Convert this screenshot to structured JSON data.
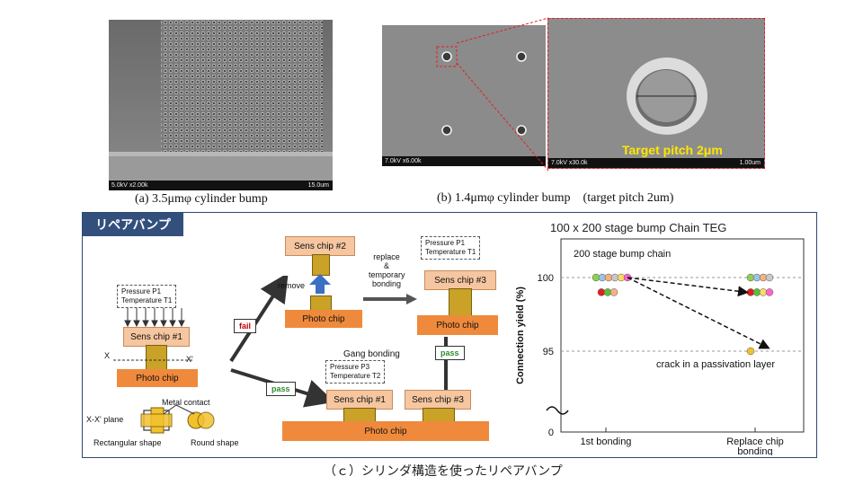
{
  "captions": {
    "a": "(a) 3.5μmφ cylinder bump",
    "b": "(b) 1.4μmφ cylinder bump　(target pitch 2um)",
    "c": "（ｃ）シリンダ構造を使ったリペアバンプ"
  },
  "sem": {
    "a_left": "5.0kV x2.00k",
    "a_right": "15.0um",
    "b_left": "7.0kV x6.00k",
    "zoom_left": "7.0kV x30.0k",
    "zoom_right": "1.00um",
    "target_pitch": "Target pitch 2μm"
  },
  "diagram": {
    "title": "リペアバンプ",
    "pressure1": "Pressure P1",
    "temperature1": "Temperature T1",
    "pressure3": "Pressure P3",
    "temperature3": "Temperature T2",
    "sens1": "Sens chip #1",
    "sens2": "Sens chip #2",
    "sens3": "Sens chip #3",
    "photo": "Photo chip",
    "x": "X",
    "xp": "X'",
    "fail": "fail",
    "pass": "pass",
    "remove": "remove",
    "replace": "replace\n&\ntemporary\nbonding",
    "gang": "Gang bonding",
    "metal_contact": "Metal contact",
    "xx_plane": "X-X' plane",
    "rect_shape": "Rectangular shape",
    "round_shape": "Round shape"
  },
  "chart_data": {
    "type": "scatter",
    "title": "100 x 200 stage bump Chain TEG",
    "subtitle": "200 stage bump chain",
    "ylabel": "Connection yield (%)",
    "yticks": [
      0,
      95,
      100
    ],
    "categories": [
      "1st bonding",
      "Replace chip\nbonding"
    ],
    "annotation": "crack in a passivation layer",
    "points": [
      {
        "x": 0,
        "y": 100,
        "color": "#8fd14f"
      },
      {
        "x": 0,
        "y": 100,
        "color": "#9ec3e6"
      },
      {
        "x": 0,
        "y": 100,
        "color": "#f4b183"
      },
      {
        "x": 0,
        "y": 100,
        "color": "#c9c9c9"
      },
      {
        "x": 0,
        "y": 100,
        "color": "#ffd966"
      },
      {
        "x": 0,
        "y": 100,
        "color": "#ff66cc"
      },
      {
        "x": 0,
        "y": 99,
        "color": "#e02020"
      },
      {
        "x": 0,
        "y": 99,
        "color": "#5bbf3a"
      },
      {
        "x": 0,
        "y": 99,
        "color": "#f4b183"
      },
      {
        "x": 1,
        "y": 100,
        "color": "#8fd14f"
      },
      {
        "x": 1,
        "y": 100,
        "color": "#9ec3e6"
      },
      {
        "x": 1,
        "y": 100,
        "color": "#f4b183"
      },
      {
        "x": 1,
        "y": 100,
        "color": "#c9c9c9"
      },
      {
        "x": 1,
        "y": 99,
        "color": "#e02020"
      },
      {
        "x": 1,
        "y": 99,
        "color": "#5bbf3a"
      },
      {
        "x": 1,
        "y": 99,
        "color": "#ffd966"
      },
      {
        "x": 1,
        "y": 99,
        "color": "#ff66cc"
      },
      {
        "x": 1,
        "y": 95,
        "color": "#f2c12e"
      }
    ]
  }
}
